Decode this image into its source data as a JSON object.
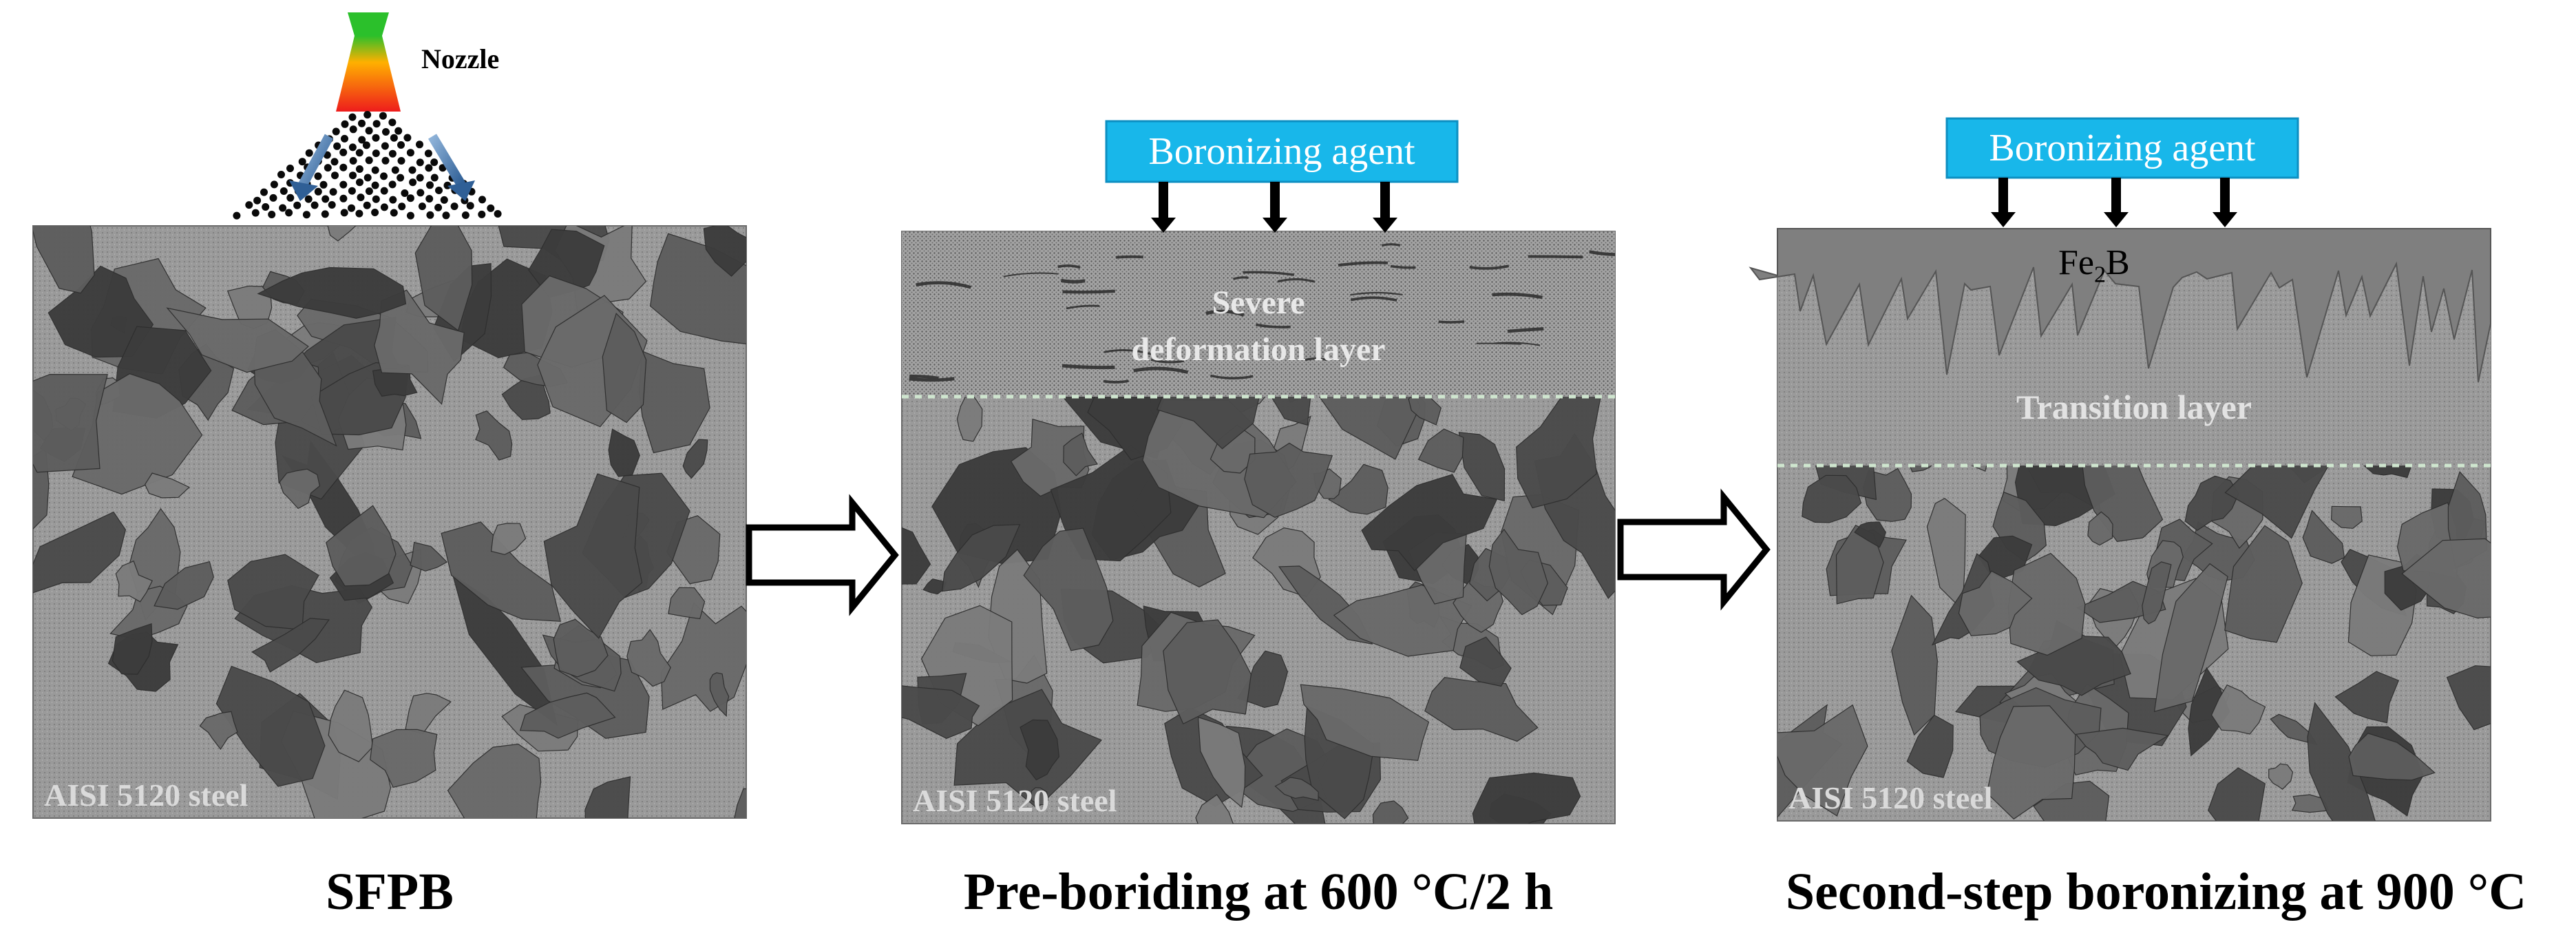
{
  "labels": {
    "nozzle": "Nozzle",
    "agent_1": "Boronizing agent",
    "agent_2": "Boronizing agent",
    "severe_line1": "Severe",
    "severe_line2": "deformation layer",
    "fe2b_main": "Fe",
    "fe2b_sub": "2",
    "fe2b_tail": "B",
    "transition": "Transition layer",
    "steel_1": "AISI 5120 steel",
    "steel_2": "AISI 5120 steel",
    "steel_3": "AISI 5120 steel"
  },
  "captions": {
    "c1": "SFPB",
    "c2": "Pre-boriding at 600 °C/2 h",
    "c3": "Second-step boronizing at 900 °C"
  },
  "colors": {
    "matrix": "#9a9a9a",
    "grain_dark": "#3c3c3c",
    "grain_mid": "#5d5d5d",
    "grain_light": "#7b7b7b",
    "agent_box": "#18b7ea",
    "agent_border": "#0d8fc1",
    "fe2b": "#7f7f7f",
    "dotted_line": "#cfe6cf",
    "nozzle_top": "#2bc02b",
    "nozzle_mid": "#ffb000",
    "nozzle_bottom": "#ee1c1c",
    "flow_arrow": "#4f7fb5"
  }
}
